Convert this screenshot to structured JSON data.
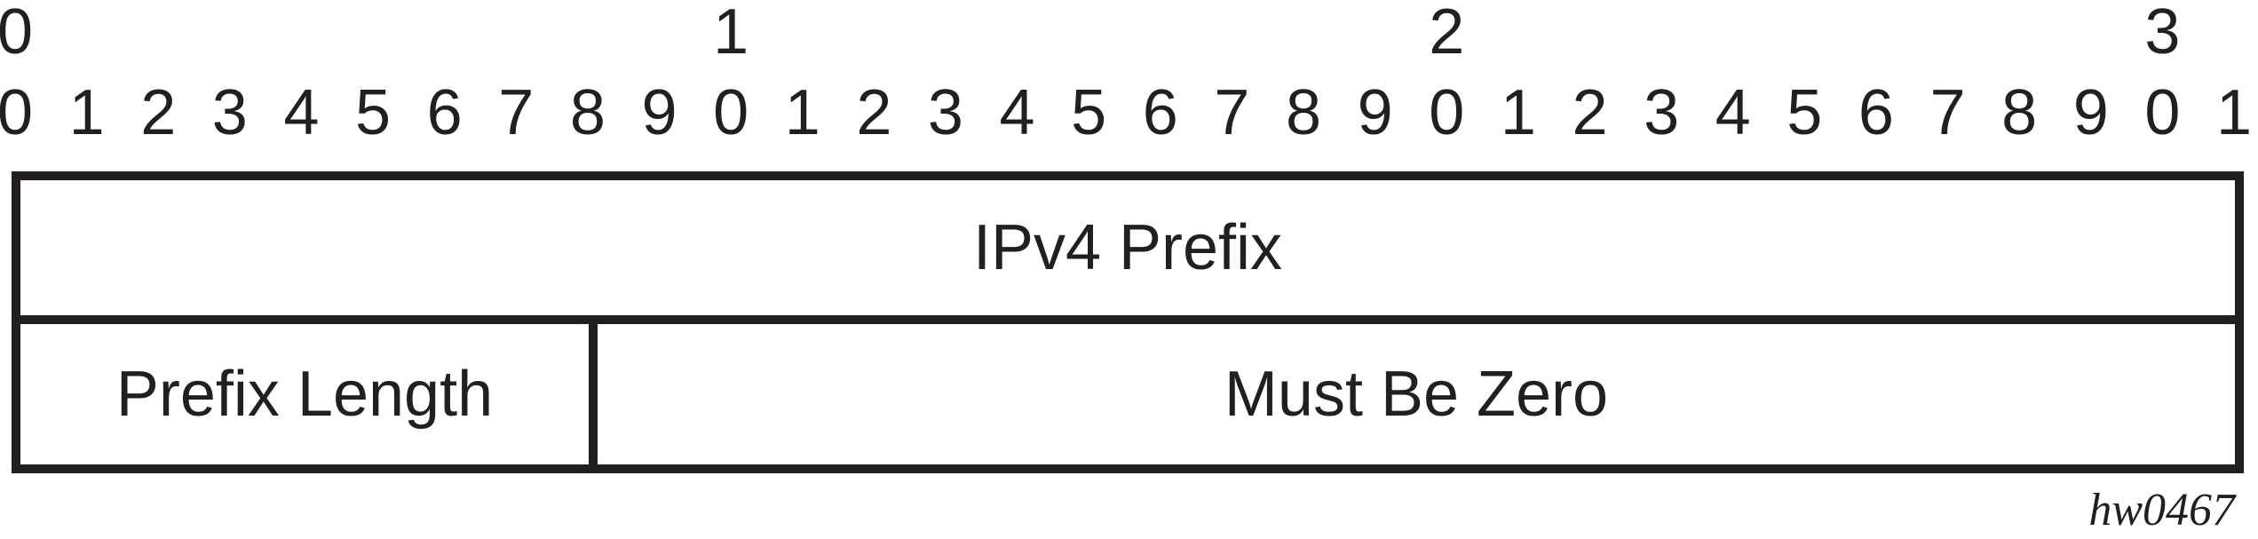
{
  "diagram": {
    "type": "packet-bit-field-diagram",
    "total_bits": 32,
    "ruler": {
      "tens_digits": [
        {
          "label": "0",
          "bit": 0
        },
        {
          "label": "1",
          "bit": 10
        },
        {
          "label": "2",
          "bit": 20
        },
        {
          "label": "3",
          "bit": 30
        }
      ],
      "unit_digits": [
        "0",
        "1",
        "2",
        "3",
        "4",
        "5",
        "6",
        "7",
        "8",
        "9",
        "0",
        "1",
        "2",
        "3",
        "4",
        "5",
        "6",
        "7",
        "8",
        "9",
        "0",
        "1",
        "2",
        "3",
        "4",
        "5",
        "6",
        "7",
        "8",
        "9",
        "0",
        "1"
      ]
    },
    "rows": [
      {
        "fields": [
          {
            "label": "IPv4 Prefix",
            "bits": 32
          }
        ]
      },
      {
        "fields": [
          {
            "label": "Prefix Length",
            "bits": 8
          },
          {
            "label": "Must Be Zero",
            "bits": 24
          }
        ]
      }
    ],
    "caption": "hw0467",
    "colors": {
      "ink": "#231f20",
      "background": "#ffffff"
    }
  }
}
